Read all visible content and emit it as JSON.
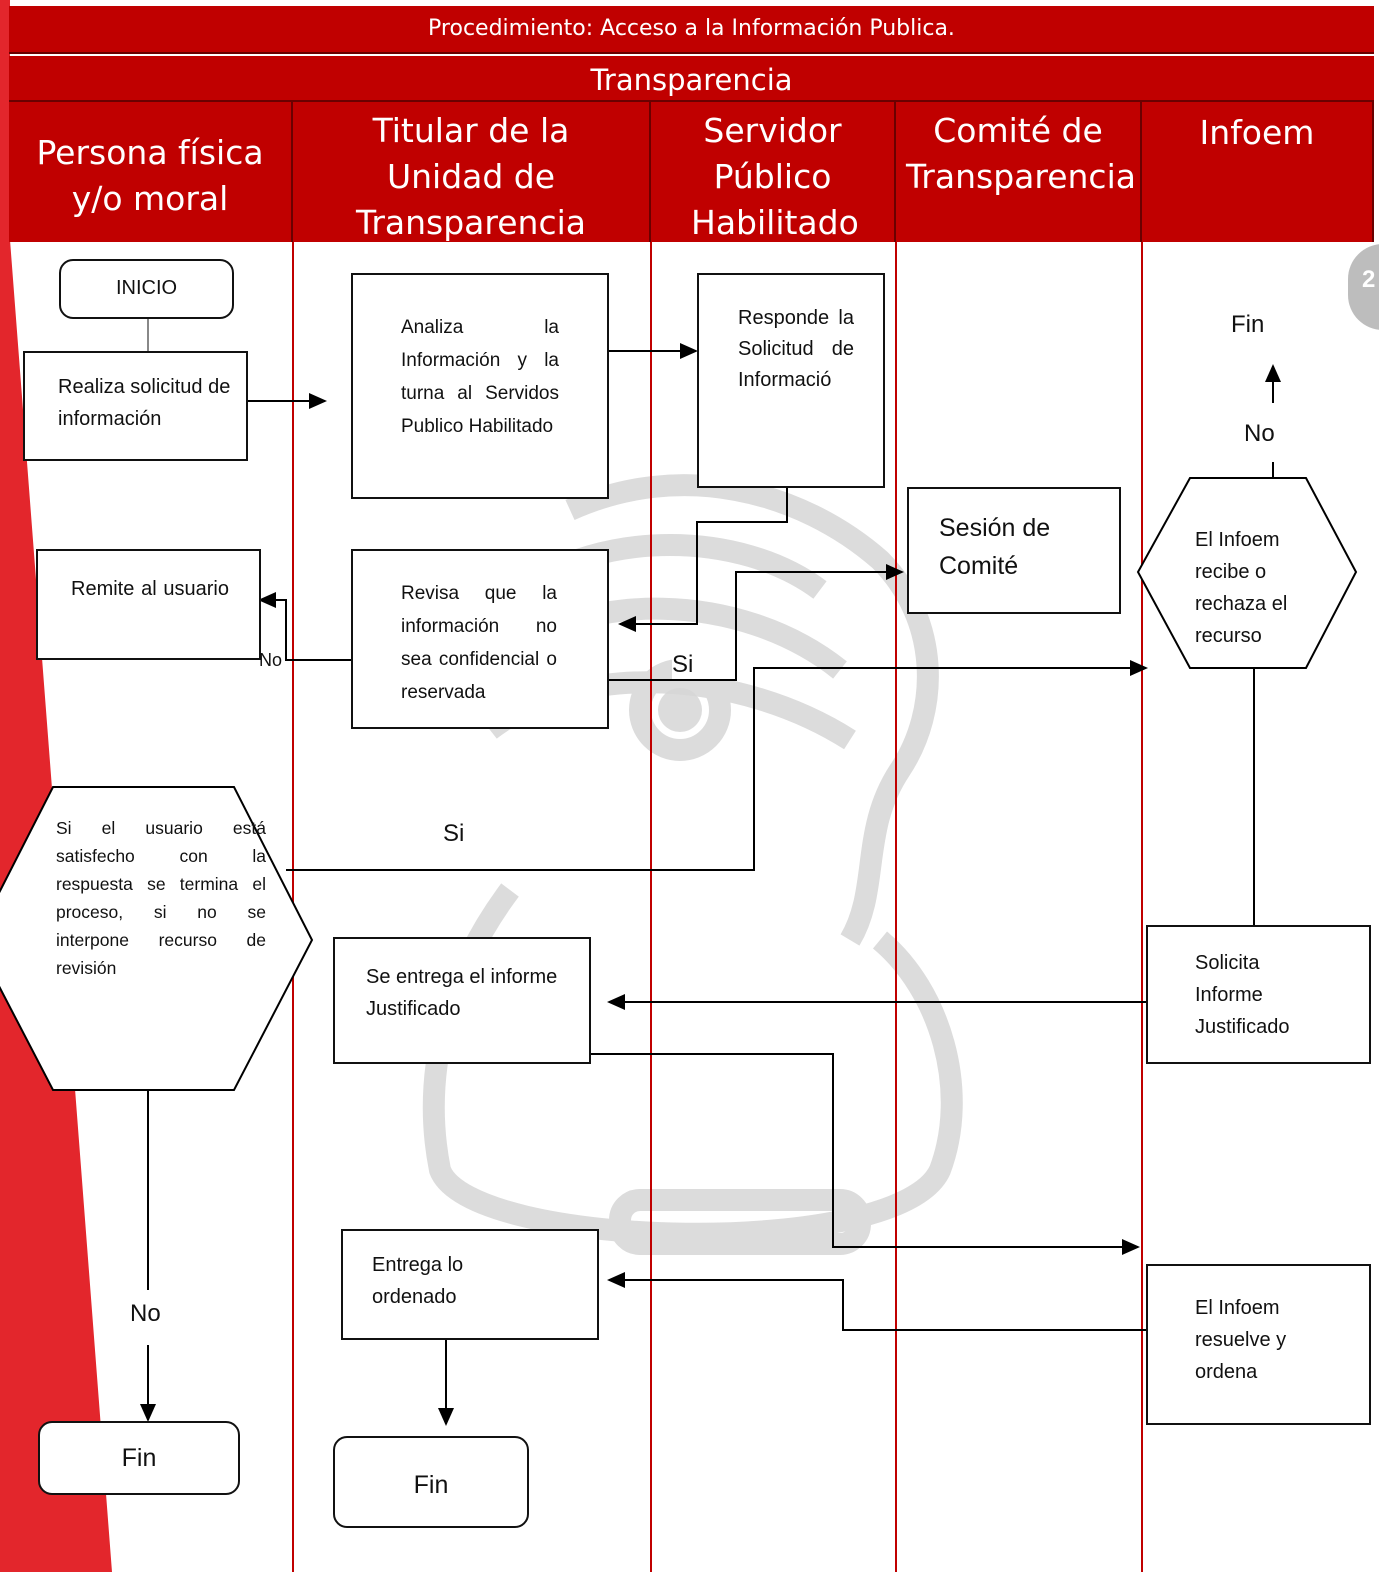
{
  "header": {
    "title": "Procedimiento: Acceso a la Información Publica.",
    "subtitle": "Transparencia"
  },
  "lanes": [
    "Persona física y/o moral",
    "Titular de la Unidad de Transparencia",
    "Servidor Público Habilitado",
    "Comité de Transparencia",
    "Infoem"
  ],
  "nodes": {
    "inicio": "INICIO",
    "realiza": "Realiza solicitud de información",
    "analiza": "Analiza la Información y la turna al Servidos Publico Habilitado",
    "responde": "Responde la Solicitud de Informació",
    "sesion": "Sesión de Comité",
    "remite": "Remite al usuario",
    "revisa": "Revisa que la información no sea confidencial o reservada",
    "infoem_recibe": "El Infoem recibe o rechaza el recurso",
    "satisfecho": "Si el usuario está satisfecho con la respuesta se termina el proceso, si no se interpone recurso de revisión",
    "entrega_informe": "Se entrega el informe Justificado",
    "solicita_informe": "Solicita Informe Justificado",
    "entrega_ordenado": "Entrega lo ordenado",
    "infoem_resuelve": "El Infoem resuelve y ordena",
    "fin_infoem": "Fin",
    "fin_persona": "Fin",
    "fin_titular": "Fin"
  },
  "labels": {
    "no_top": "No",
    "no_remite": "No",
    "si_revisa": "Si",
    "si_satisfecho": "Si",
    "no_persona": "No"
  },
  "page_badge": "2",
  "colors": {
    "header": "#c00000",
    "lane_line": "#c00000",
    "side_stripe": "#e3262c",
    "watermark": "#d4d4d4"
  }
}
